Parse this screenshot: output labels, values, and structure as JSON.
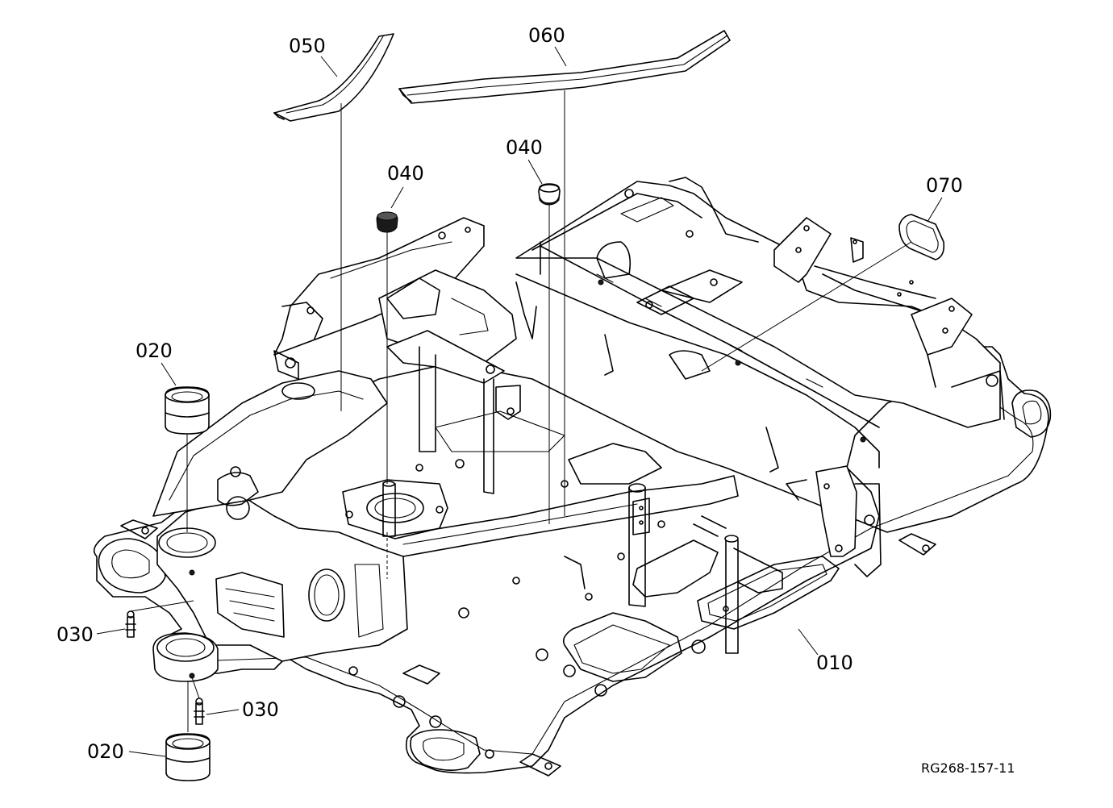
{
  "diagram": {
    "callouts": {
      "c050": "050",
      "c060": "060",
      "c040a": "040",
      "c040b": "040",
      "c070": "070",
      "c020a": "020",
      "c020b": "020",
      "c030a": "030",
      "c030b": "030",
      "c010": "010"
    },
    "drawing_id": "RG268-157-11"
  }
}
